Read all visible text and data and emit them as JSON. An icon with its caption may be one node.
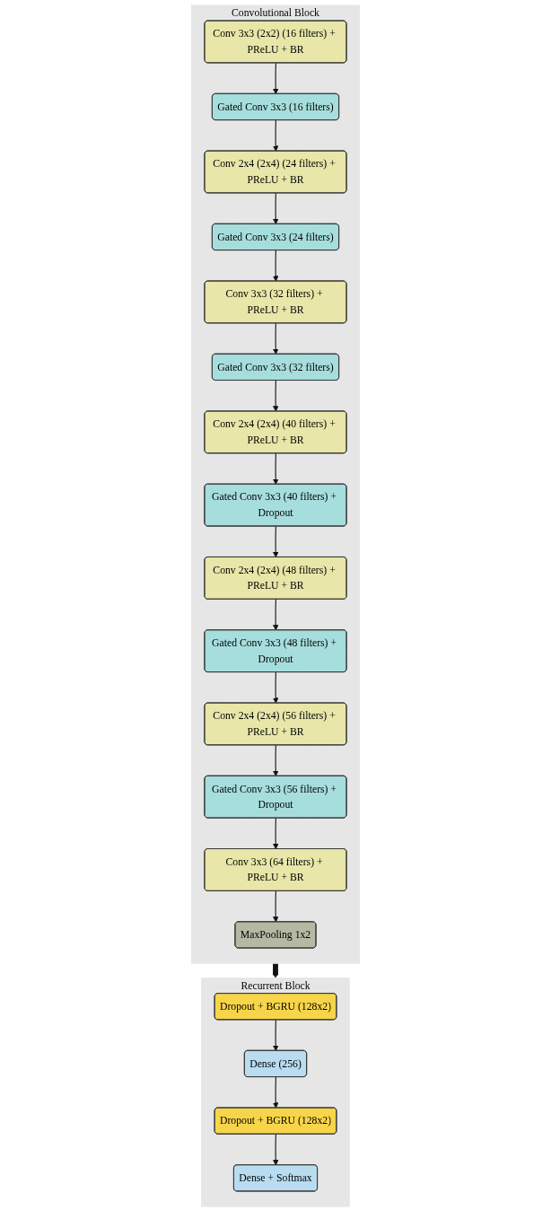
{
  "diagram": {
    "nodes": [
      {
        "text": [
          "Convolutional Block"
        ]
      },
      {
        "text": [
          "Conv 3x3 (2x2) (16 filters) + PReLU + BR"
        ],
        "in": 0
      },
      {
        "text": [
          "Gated Conv 3x3 (16 filters)"
        ],
        "in": 0
      },
      {
        "text": [
          "Conv 2x4 (2x4) (24 filters) + PReLU + BR"
        ],
        "in": 0
      },
      {
        "text": [
          "Gated Conv 3x3 (24 filters)"
        ],
        "in": 0
      },
      {
        "text": [
          "Conv 3x3 (32 filters) + PReLU + BR"
        ],
        "in": 0
      },
      {
        "text": [
          "Gated Conv 3x3 (32 filters)"
        ],
        "in": 0
      },
      {
        "text": [
          "Conv 2x4 (2x4) (40 filters) + PReLU + BR"
        ],
        "in": 0
      },
      {
        "text": [
          "Gated Conv 3x3 (40 filters) + Dropout"
        ],
        "in": 0
      },
      {
        "text": [
          "Conv 2x4 (2x4) (48 filters) + PReLU + BR"
        ],
        "in": 0
      },
      {
        "text": [
          "Gated Conv 3x3 (48 filters) + Dropout"
        ],
        "in": 0
      },
      {
        "text": [
          "Conv 2x4 (2x4) (56 filters) + PReLU + BR"
        ],
        "in": 0
      },
      {
        "text": [
          "Gated Conv 3x3 (56 filters) + Dropout"
        ],
        "in": 0
      },
      {
        "text": [
          "Conv 3x3 (64 filters) + PReLU + BR"
        ],
        "in": 0
      },
      {
        "text": [
          "MaxPooling 1x2"
        ],
        "in": 0
      },
      {
        "text": [
          "Recurrent Block"
        ]
      },
      {
        "text": [
          "Dropout + BGRU (128x2)"
        ],
        "in": 15
      },
      {
        "text": [
          "Dense (256)"
        ],
        "in": 15
      },
      {
        "text": [
          "Dropout + BGRU (128x2)"
        ],
        "in": 15
      },
      {
        "text": [
          "Dense + Softmax"
        ],
        "in": 15
      }
    ],
    "edges": [
      {
        "from": 1,
        "to": 2,
        "arrow": "to"
      },
      {
        "from": 2,
        "to": 3,
        "arrow": "to"
      },
      {
        "from": 3,
        "to": 4,
        "arrow": "to"
      },
      {
        "from": 4,
        "to": 5,
        "arrow": "to"
      },
      {
        "from": 5,
        "to": 6,
        "arrow": "to"
      },
      {
        "from": 6,
        "to": 7,
        "arrow": "to"
      },
      {
        "from": 7,
        "to": 8,
        "arrow": "to"
      },
      {
        "from": 8,
        "to": 9,
        "arrow": "to"
      },
      {
        "from": 9,
        "to": 10,
        "arrow": "to"
      },
      {
        "from": 10,
        "to": 11,
        "arrow": "to"
      },
      {
        "from": 11,
        "to": 12,
        "arrow": "to"
      },
      {
        "from": 12,
        "to": 13,
        "arrow": "to"
      },
      {
        "from": 13,
        "to": 14,
        "arrow": "to"
      },
      {
        "from": 0,
        "to": 15,
        "arrow": "to",
        "style": "thick"
      },
      {
        "from": 16,
        "to": 17,
        "arrow": "to"
      },
      {
        "from": 17,
        "to": 18,
        "arrow": "to"
      },
      {
        "from": 18,
        "to": 19,
        "arrow": "to"
      }
    ]
  }
}
